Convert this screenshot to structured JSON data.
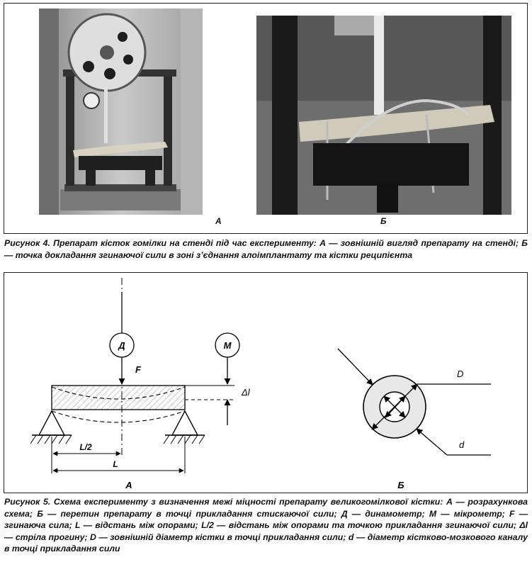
{
  "figure4": {
    "label_a": "А",
    "label_b": "Б",
    "caption": {
      "title": "Рисунок 4.",
      "body": "Препарат кісток гомілки на стенді під час експерименту: А — зовнішній вигляд препарату на стенді; Б — точка докладання згинаючої сили в зоні з’єднання алоімплантату та кістки реципієнта"
    }
  },
  "figure5": {
    "scheme_a": {
      "dynamometer": "Д",
      "micrometer": "М",
      "force": "F",
      "deflection": "Δl",
      "half_span": "L/2",
      "span": "L",
      "panel_label": "А"
    },
    "scheme_b": {
      "outer_diameter": "D",
      "inner_diameter": "d",
      "panel_label": "Б"
    },
    "caption": {
      "title": "Рисунок 5.",
      "body_italic": "Схема експерименту з визначення межі міцності препарату великогомілкової кістки:",
      "body": "А — розрахункова схема; Б — перетин препарату в точці прикладання стискаючої сили; Д — динамометр; М — мікрометр; F — згинаюча сила; L — відстань між опорами; L/2 — відстань між опорами та точкою прикладання згинаючої сили; Δl — стріла прогину; D — зовнішній діаметр кістки в точці прикладання сили; d — діаметр кістково-мозкового каналу в точці прикладання сили"
    }
  }
}
